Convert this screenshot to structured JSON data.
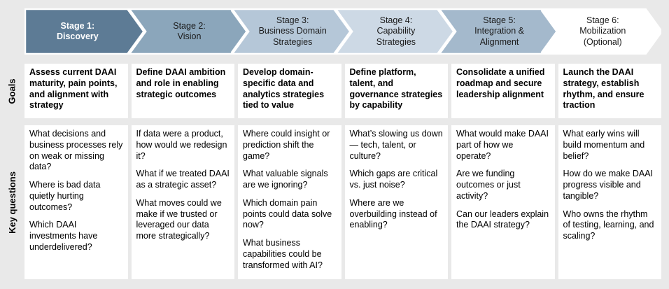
{
  "page": {
    "background": "#e9e9e9",
    "cell_background": "#ffffff",
    "chevron_outline": "#ffffff"
  },
  "stages": [
    {
      "label": "Stage 1:\nDiscovery",
      "fill": "#5d7b95",
      "text_color": "#ffffff",
      "bold": true
    },
    {
      "label": "Stage 2:\nVision",
      "fill": "#8ba6bb",
      "text_color": "#1a1a1a",
      "bold": false
    },
    {
      "label": "Stage 3:\nBusiness Domain\nStrategies",
      "fill": "#b5c7d8",
      "text_color": "#1a1a1a",
      "bold": false
    },
    {
      "label": "Stage 4:\nCapability\nStrategies",
      "fill": "#cdd9e5",
      "text_color": "#1a1a1a",
      "bold": false
    },
    {
      "label": "Stage 5:\nIntegration &\nAlignment",
      "fill": "#a4b9cc",
      "text_color": "#1a1a1a",
      "bold": false
    },
    {
      "label": "Stage 6:\nMobilization\n(Optional)",
      "fill": "#ffffff",
      "text_color": "#1a1a1a",
      "bold": false
    }
  ],
  "goals": {
    "header": "Goals",
    "cells": [
      "Assess current DAAI maturity, pain points, and alignment with strategy",
      "Define DAAI ambition and role in enabling strategic outcomes",
      "Develop domain-specific data and analytics strategies tied to value",
      "Define platform, talent, and governance strategies by capability",
      "Consolidate a unified roadmap and secure leadership alignment",
      "Launch the DAAI strategy, establish rhythm, and ensure traction"
    ]
  },
  "key_questions": {
    "header": "Key questions",
    "cells": [
      [
        "What decisions and business processes rely on weak or missing data?",
        "Where is bad data quietly hurting outcomes?",
        "Which DAAI investments have underdelivered?"
      ],
      [
        "If data were a product, how would we redesign it?",
        "What if we treated DAAI as a strategic asset?",
        "What moves could we make if we trusted or leveraged our data more strategically?"
      ],
      [
        "Where could insight or prediction shift the game?",
        "What valuable signals are we ignoring?",
        "Which domain pain points could data solve now?",
        "What business capabilities could be transformed with AI?"
      ],
      [
        "What’s slowing us down — tech, talent, or culture?",
        "Which gaps are critical vs. just noise?",
        "Where are we overbuilding instead of enabling?"
      ],
      [
        "What would make DAAI part of how we operate?",
        "Are we funding outcomes or just activity?",
        "Can our leaders explain the DAAI strategy?"
      ],
      [
        "What early wins will build momentum and belief?",
        "How do we make DAAI progress visible and tangible?",
        "Who owns the rhythm of testing, learning, and scaling?"
      ]
    ]
  }
}
